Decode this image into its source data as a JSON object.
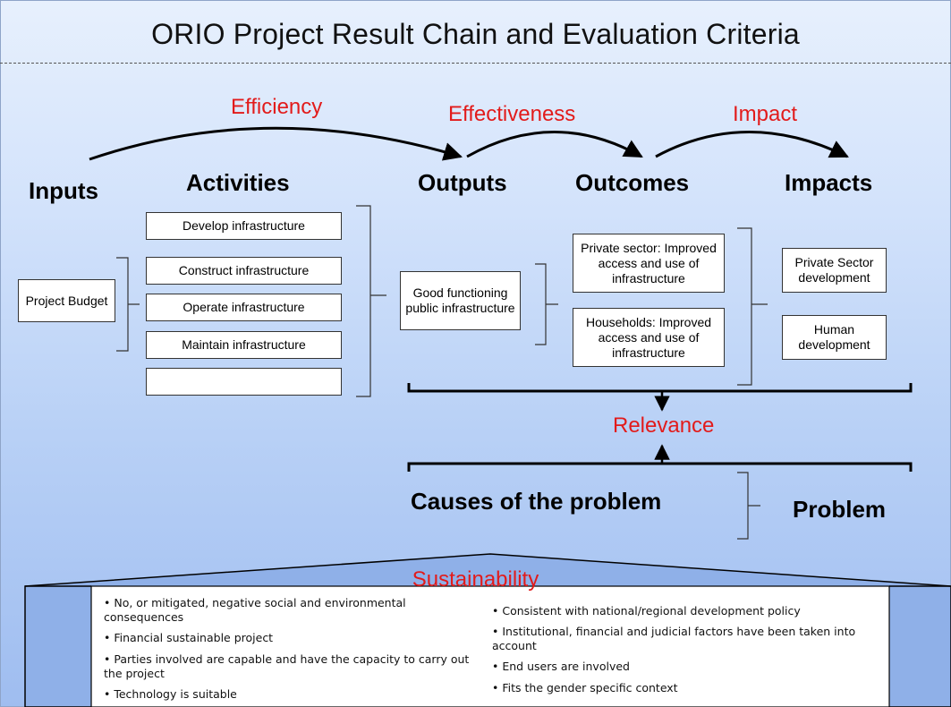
{
  "title": "ORIO Project Result Chain and Evaluation Criteria",
  "criteria": {
    "efficiency": "Efficiency",
    "effectiveness": "Effectiveness",
    "impact": "Impact",
    "relevance": "Relevance",
    "sustainability": "Sustainability"
  },
  "headings": {
    "inputs": "Inputs",
    "activities": "Activities",
    "outputs": "Outputs",
    "outcomes": "Outcomes",
    "impacts": "Impacts"
  },
  "inputs_box": "Project Budget",
  "activities": [
    "Develop infrastructure",
    "Construct infrastructure",
    "Operate infrastructure",
    "Maintain infrastructure",
    ""
  ],
  "output_box": "Good functioning public infrastructure",
  "outcomes": [
    "Private sector: Improved access and use of infrastructure",
    "Households: Improved access and use of infrastructure"
  ],
  "impacts": [
    "Private Sector development",
    "Human development"
  ],
  "causes": "Causes of the problem",
  "problem": "Problem",
  "sustainability_left": [
    "No, or mitigated, negative social and environmental consequences",
    "Financial sustainable project",
    "Parties involved are capable and have the capacity to carry out the project",
    "Technology is suitable"
  ],
  "sustainability_right": [
    "Consistent with national/regional development policy",
    "Institutional, financial and judicial factors have been taken into account",
    "End users are involved",
    "Fits the gender specific context"
  ],
  "colors": {
    "criteria_red": "#e21b1b",
    "background_blue": "#b9d1f6"
  }
}
